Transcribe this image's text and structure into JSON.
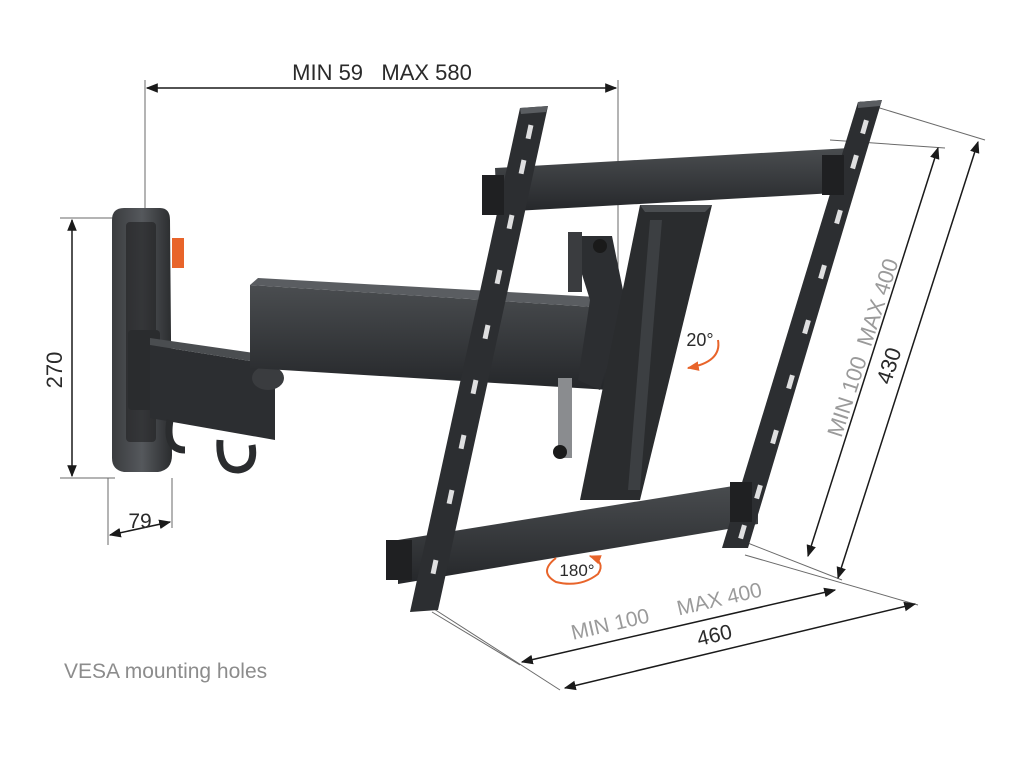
{
  "dimensions": {
    "arm_extension": "MIN 59   MAX 580",
    "plate_height": "270",
    "wall_depth": "79",
    "vesa_vertical": "MIN 100  MAX 400",
    "bracket_height": "430",
    "vesa_horizontal": "MIN 100     MAX 400",
    "bracket_width": "460",
    "tilt_angle": "20°",
    "swivel_angle": "180°"
  },
  "legend": {
    "vesa_note": "VESA mounting holes"
  },
  "colors": {
    "bracket": "#2f3133",
    "accent_orange": "#e8642a",
    "dimension_line": "#1a1a1a",
    "secondary_text": "#9a9a9a"
  }
}
